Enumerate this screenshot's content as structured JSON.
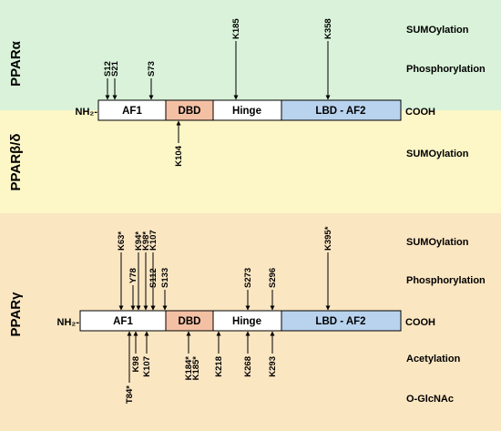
{
  "colors": {
    "band_alpha": "#d9f2d9",
    "band_delta": "#fdf6c7",
    "band_gamma": "#fbe6c2",
    "af1": "#ffffff",
    "dbd": "#f4c0a4",
    "hinge": "#ffffff",
    "lbd": "#b9d3ee"
  },
  "bands": {
    "alpha": {
      "title": "PPARα",
      "labels": [
        "SUMOylation",
        "Phosphorylation"
      ],
      "n_term": "NH₂-",
      "c_term": "COOH",
      "domains": [
        "AF1",
        "DBD",
        "Hinge",
        "LBD - AF2"
      ],
      "sites_above": [
        "S12",
        "S21",
        "S73",
        "K185",
        "K358"
      ],
      "sites_below": []
    },
    "delta": {
      "title": "PPARβ/δ",
      "labels": [
        "SUMOylation"
      ],
      "sites_below": [
        "K104"
      ]
    },
    "gamma": {
      "title": "PPARγ",
      "labels": [
        "SUMOylation",
        "Phosphorylation",
        "Acetylation",
        "O-GlcNAc"
      ],
      "n_term": "NH₂-",
      "c_term": "COOH",
      "domains": [
        "AF1",
        "DBD",
        "Hinge",
        "LBD - AF2"
      ],
      "sites_above": [
        "K63*",
        "Y78",
        "K94*",
        "K98*",
        "K107",
        "S112",
        "S133",
        "S273",
        "S296",
        "K395*"
      ],
      "sites_below": [
        "T84*",
        "K98",
        "K107",
        "K184*",
        "K185*",
        "K218",
        "K268",
        "K293"
      ]
    }
  }
}
